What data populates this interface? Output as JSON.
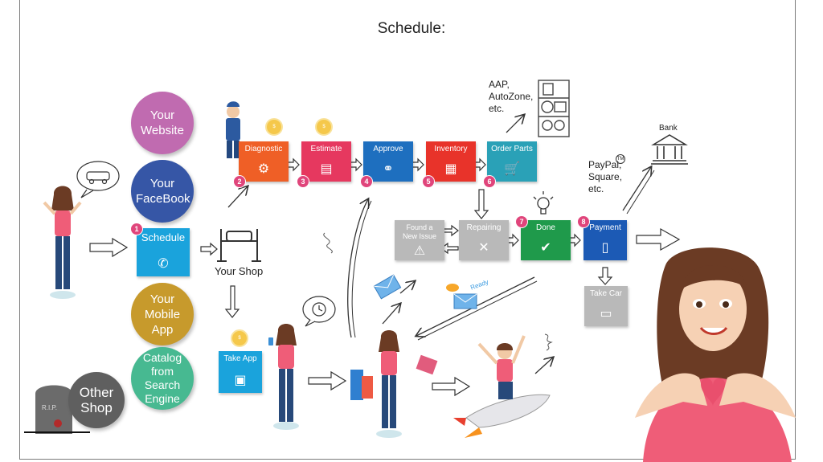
{
  "title": "Schedule:",
  "channels": {
    "website": "Your Website",
    "facebook": "Your FaceBook",
    "mobile_app": "Your Mobile App",
    "catalog": "Catalog from Search Engine",
    "other_shop": "Other Shop",
    "rip": "R.I.P."
  },
  "steps": {
    "schedule": {
      "num": "1",
      "label": "Schedule"
    },
    "diagnostic": {
      "num": "2",
      "label": "Diagnostic"
    },
    "estimate": {
      "num": "3",
      "label": "Estimate"
    },
    "approve": {
      "num": "4",
      "label": "Approve"
    },
    "inventory": {
      "num": "5",
      "label": "Inventory"
    },
    "order_parts": {
      "num": "6",
      "label": "Order Parts"
    },
    "done": {
      "num": "7",
      "label": "Done"
    },
    "payment": {
      "num": "8",
      "label": "Payment"
    },
    "repairing": {
      "label": "Repairing"
    },
    "found_issue": {
      "label": "Found a New Issue"
    },
    "take_car": {
      "label": "Take Car"
    },
    "take_app": {
      "label": "Take App"
    }
  },
  "labels": {
    "your_shop": "Your Shop",
    "suppliers": "AAP, AutoZone, etc.",
    "bank": "Bank",
    "payment_methods": "PayPal, Square, etc.",
    "ready": "Ready",
    "tm": "TM"
  },
  "colors": {
    "schedule": "#1aa3dc",
    "diagnostic": "#ef5f26",
    "estimate": "#e6385f",
    "approve": "#1e6fbf",
    "inventory": "#e8332a",
    "order_parts": "#2aa1b7",
    "done": "#1f9a4b",
    "payment": "#1c5ab5",
    "gray": "#b9b9b9",
    "website": "#c06bb0",
    "facebook": "#3656a6",
    "mobile_app": "#c79a2c",
    "catalog": "#47b991",
    "other_shop": "#5f5f5f"
  }
}
